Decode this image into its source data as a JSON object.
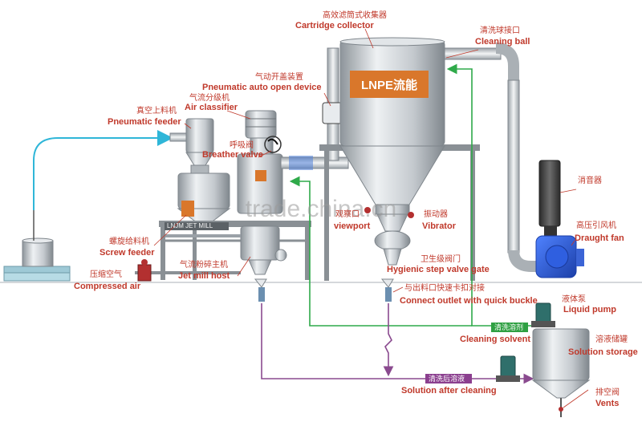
{
  "colors": {
    "label": "#c0392b",
    "steel": "#c9ced3",
    "steel_dark": "#7f868c",
    "pipe_green": "#2faa4a",
    "pipe_purple": "#8a4a8f",
    "feed_cyan": "#2fb6d8",
    "motor_blue": "#2a5bd7",
    "motor_teal": "#2f6f6b",
    "solvent_tag": "#2fa043",
    "after_tag": "#8b3f8f"
  },
  "labels": {
    "cartridge_zh": "高效滤筒式收集器",
    "cartridge_en": "Cartridge collector",
    "cleaning_ball_zh": "清洗球接口",
    "cleaning_ball_en": "Cleaning ball",
    "auto_open_zh": "气动开盖装置",
    "auto_open_en": "Pneumatic auto open device",
    "classifier_zh": "气流分级机",
    "classifier_en": "Air classifier",
    "feeder_zh": "真空上料机",
    "feeder_en": "Pneumatic feeder",
    "breather_zh": "呼吸阀",
    "breather_en": "Breather valve",
    "silencer_zh": "消音器",
    "viewport_zh": "观察口",
    "viewport_en": "viewport",
    "vibrator_zh": "振动器",
    "vibrator_en": "Vibrator",
    "draught_zh": "高压引风机",
    "draught_en": "Draught fan",
    "screw_zh": "螺旋给料机",
    "screw_en": "Screw feeder",
    "jetmill_zh": "气流粉碎主机",
    "jetmill_en": "Jet mill host",
    "valve_gate_zh": "卫生级阀门",
    "valve_gate_en": "Hygienic step valve gate",
    "compressed_zh": "压缩空气",
    "compressed_en": "Compressed air",
    "outlet_zh": "与出料口快速卡扣对接",
    "outlet_en": "Connect outlet with quick buckle",
    "pump_zh": "液体泵",
    "pump_en": "Liquid pump",
    "solvent_tag_zh": "清洗溶剂",
    "solvent_en": "Cleaning solvent",
    "storage_zh": "溶液储罐",
    "storage_en": "Solution storage",
    "after_tag_zh": "清洗后溶液",
    "after_en": "Solution after cleaning",
    "vents_zh": "排空阀",
    "vents_en": "Vents"
  },
  "logo": {
    "brand": "LNPE流能",
    "plate": "LNJM  JET MILL"
  },
  "watermark": "trade.china.cn"
}
